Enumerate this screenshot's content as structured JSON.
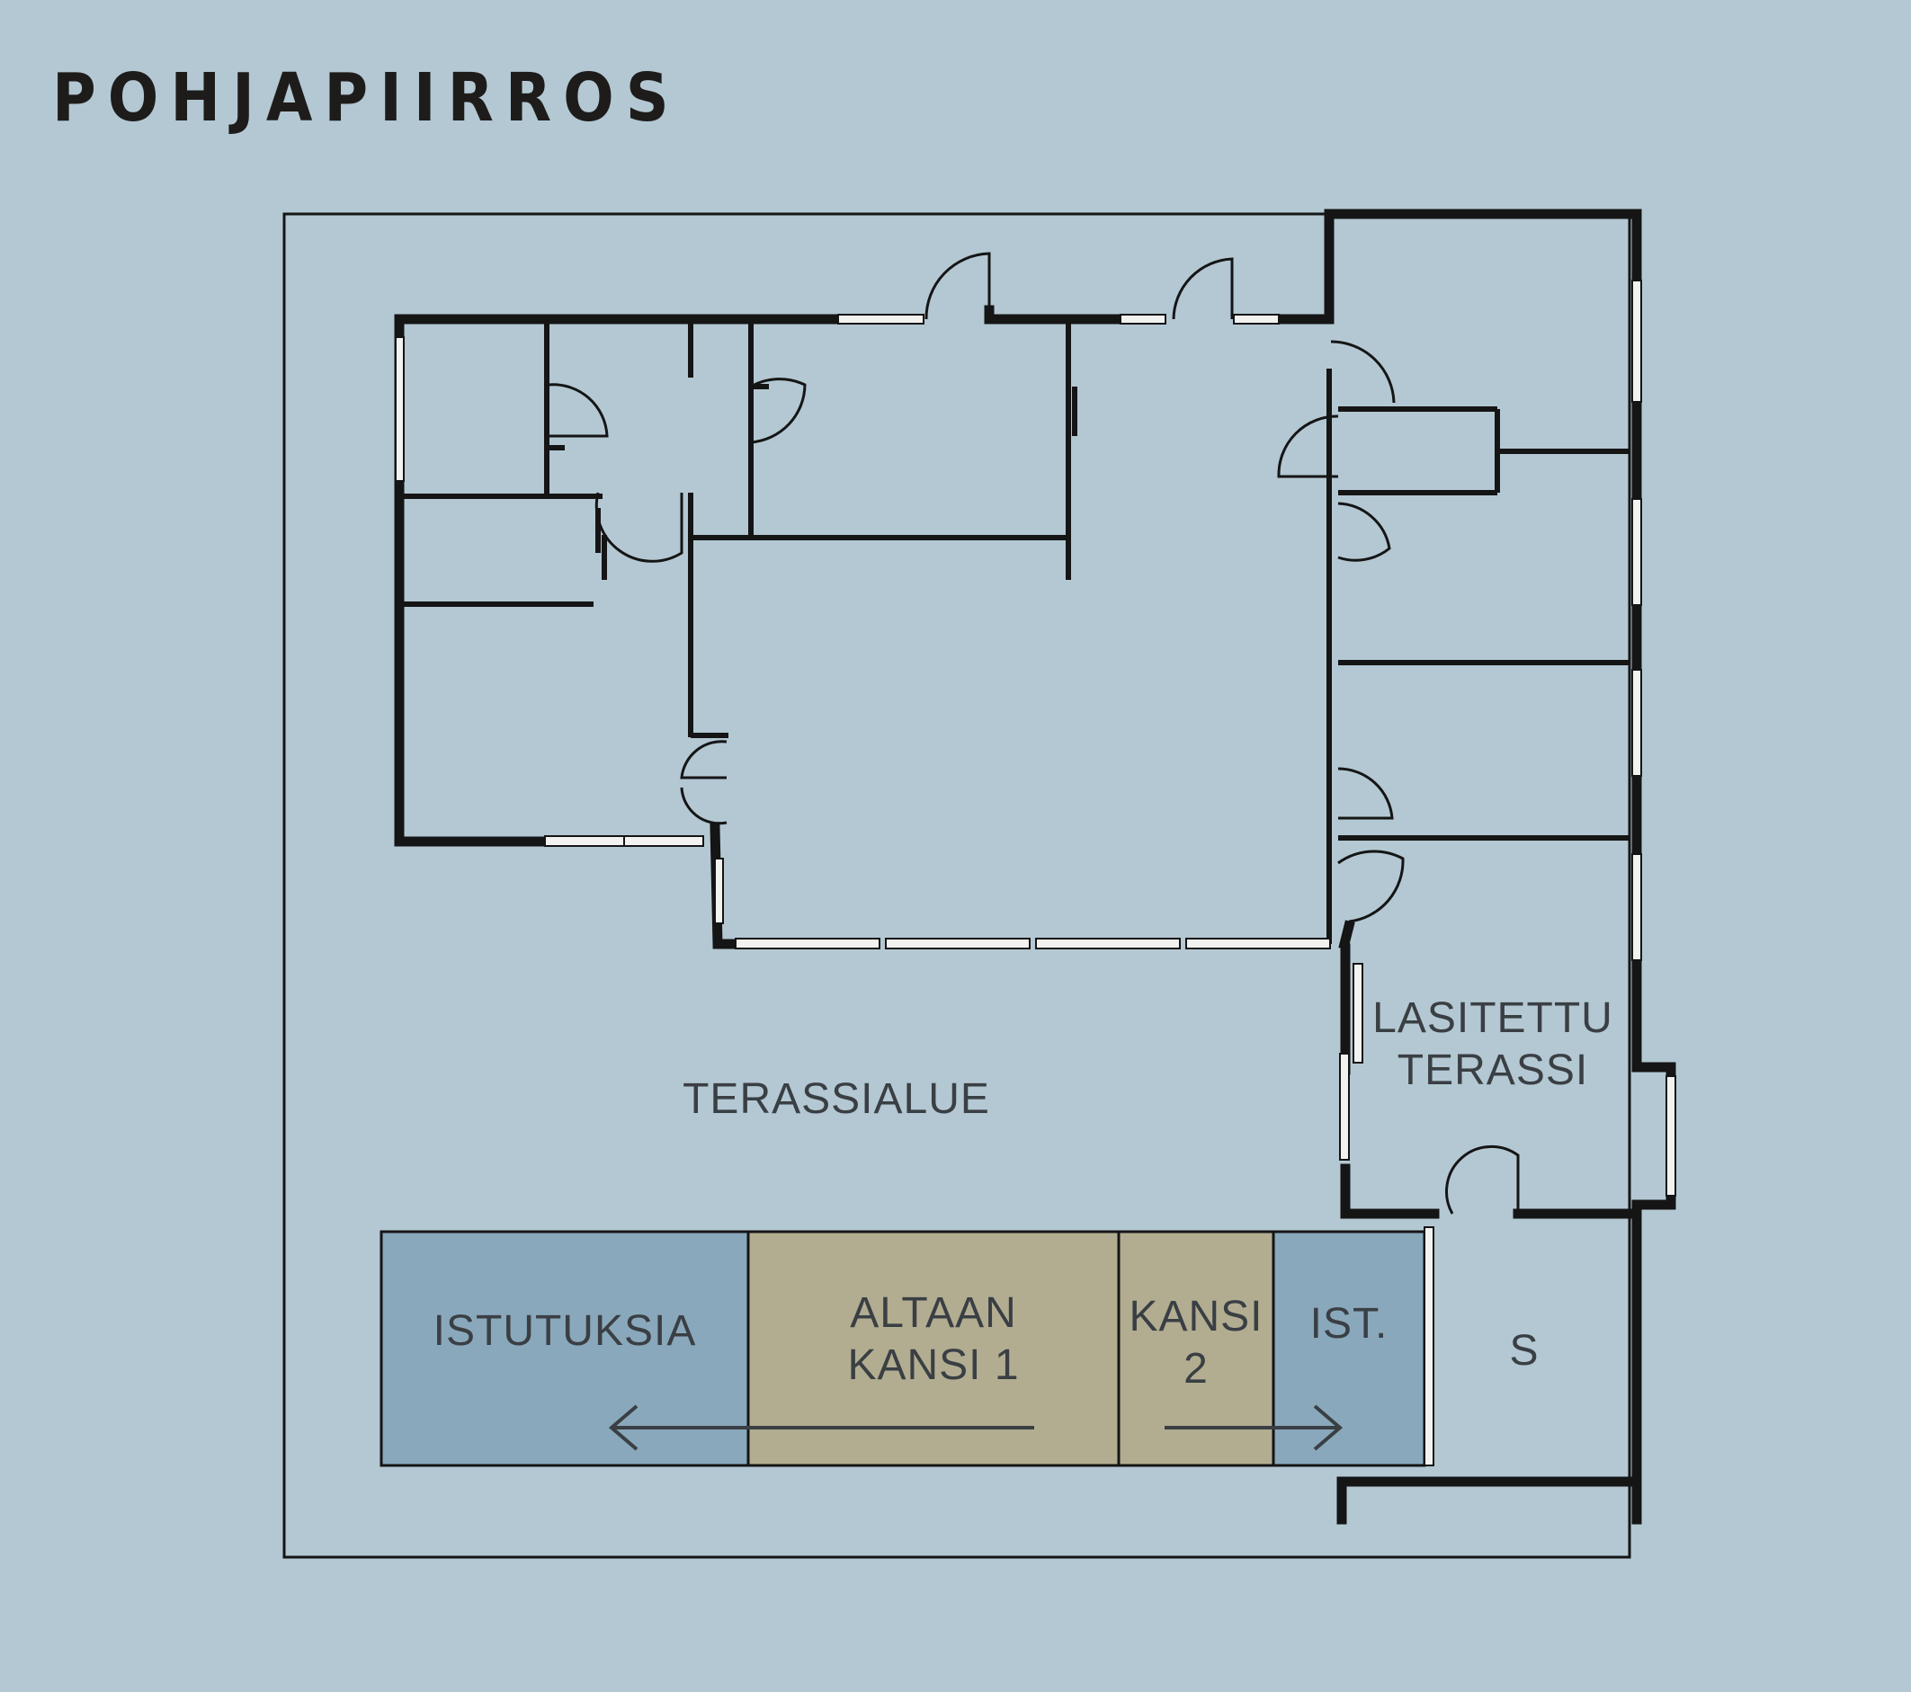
{
  "title": "POHJAPIIRROS",
  "colors": {
    "background": "#b3c8d3",
    "wall": "#151515",
    "window": "#f2f3f0",
    "planting_zone": "#89a8bb",
    "pool_cover_zone": "#b2ad91",
    "label_text": "#3a3f44"
  },
  "labels": {
    "terrace_area": "TERASSIALUE",
    "glazed_terrace": "LASITETTU\nTERASSI",
    "plantings": "ISTUTUKSIA",
    "pool_cover_1": "ALTAAN\nKANSI 1",
    "cover_2": "KANSI\n2",
    "plantings_short": "IST.",
    "sauna": "S"
  }
}
